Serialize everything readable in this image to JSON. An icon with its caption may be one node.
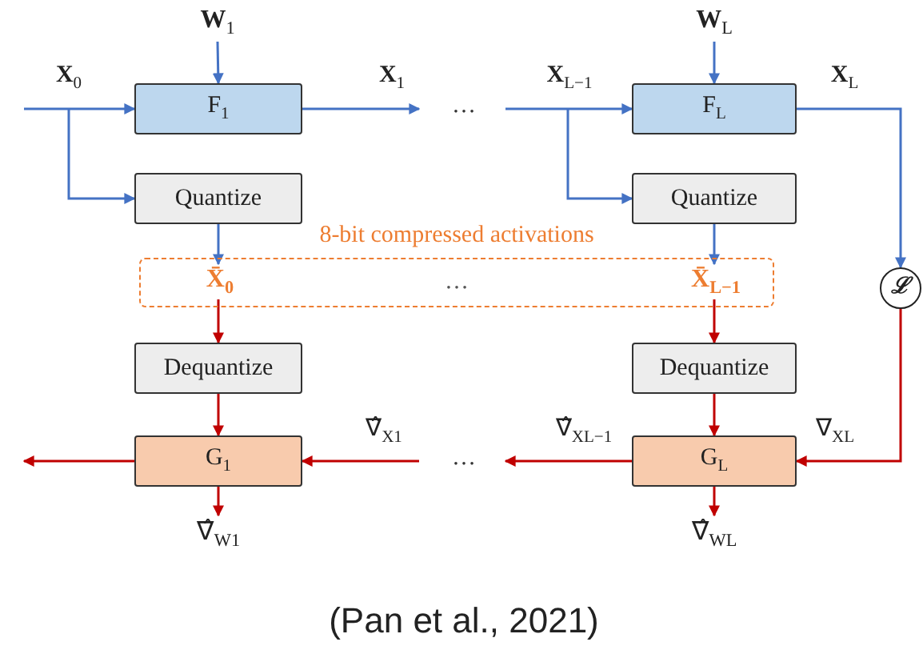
{
  "diagram": {
    "caption": "(Pan et al., 2021)",
    "nodes": [
      {
        "text": [
          "**W**$_{1}$"
        ]
      },
      {
        "text": [
          "**W**$_{L}$"
        ]
      },
      {
        "text": [
          "F$_{1}$"
        ]
      },
      {
        "text": [
          "F$_{L}$"
        ]
      },
      {
        "text": [
          "Quantize"
        ]
      },
      {
        "text": [
          "Quantize"
        ]
      },
      {
        "text": [
          "8-bit compressed activations",
          "…"
        ]
      },
      {
        "text": [
          "X̄$_{0}$"
        ],
        "in": 6
      },
      {
        "text": [
          "X̄$_{L−1}$"
        ],
        "in": 6
      },
      {
        "text": [
          "ℒ"
        ]
      },
      {
        "text": [
          "Dequantize"
        ]
      },
      {
        "text": [
          "Dequantize"
        ]
      },
      {
        "text": [
          "G$_{1}$"
        ]
      },
      {
        "text": [
          "G$_{L}$"
        ]
      },
      {
        "text": [
          "∇̂$_{W1}$"
        ]
      },
      {
        "text": [
          "∇̂$_{WL}$"
        ]
      }
    ],
    "edges": [
      {
        "from": 0,
        "to": 2,
        "arrow": "to",
        "color": "#4472c4"
      },
      {
        "from": null,
        "to": 2,
        "arrow": "to",
        "label": "**X**$_{0}$",
        "color": "#4472c4"
      },
      {
        "from": null,
        "to": 4,
        "arrow": "to",
        "color": "#4472c4"
      },
      {
        "from": 2,
        "to": null,
        "arrow": "to",
        "label": "**X**$_{1}$",
        "color": "#4472c4"
      },
      {
        "from": 4,
        "to": 7,
        "arrow": "to",
        "color": "#4472c4"
      },
      {
        "from": 7,
        "to": 10,
        "arrow": "to",
        "color": "#c00000"
      },
      {
        "from": 10,
        "to": 12,
        "arrow": "to",
        "color": "#c00000"
      },
      {
        "from": 12,
        "to": 14,
        "arrow": "to",
        "color": "#c00000"
      },
      {
        "from": null,
        "to": 12,
        "arrow": "to",
        "label": "∇̂$_{X1}$",
        "color": "#c00000"
      },
      {
        "from": 12,
        "to": null,
        "arrow": "to",
        "color": "#c00000"
      },
      {
        "from": 1,
        "to": 3,
        "arrow": "to",
        "color": "#4472c4"
      },
      {
        "from": null,
        "to": 3,
        "arrow": "to",
        "label": "**X**$_{L−1}$",
        "color": "#4472c4"
      },
      {
        "from": null,
        "to": 5,
        "arrow": "to",
        "color": "#4472c4"
      },
      {
        "from": 3,
        "to": 9,
        "arrow": "to",
        "label": "**X**$_{L}$",
        "color": "#4472c4"
      },
      {
        "from": 5,
        "to": 8,
        "arrow": "to",
        "color": "#4472c4"
      },
      {
        "from": 8,
        "to": 11,
        "arrow": "to",
        "color": "#c00000"
      },
      {
        "from": 11,
        "to": 13,
        "arrow": "to",
        "color": "#c00000"
      },
      {
        "from": 13,
        "to": 15,
        "arrow": "to",
        "color": "#c00000"
      },
      {
        "from": 9,
        "to": 13,
        "arrow": "to",
        "label": "∇$_{XL}$",
        "color": "#c00000"
      },
      {
        "from": 13,
        "to": null,
        "arrow": "to",
        "label": "∇̂$_{XL−1}$",
        "color": "#c00000"
      }
    ],
    "labels": [
      "…",
      "…"
    ]
  }
}
